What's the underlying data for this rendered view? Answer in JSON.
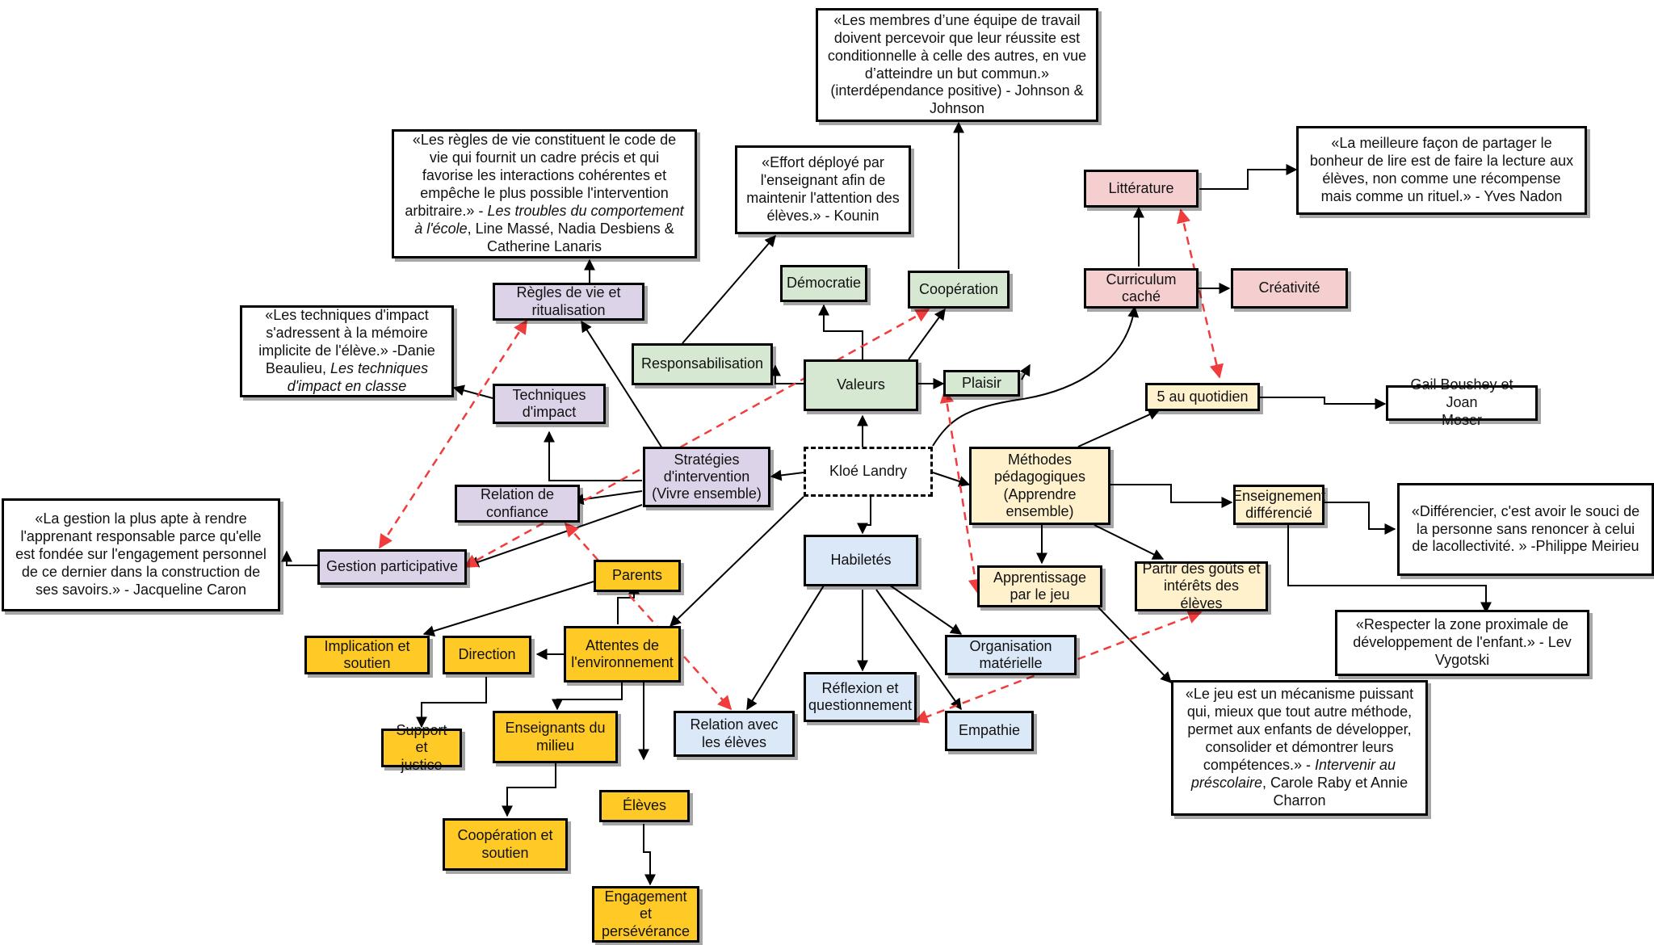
{
  "colors": {
    "purple": "#dcd3e8",
    "green": "#d6e8d2",
    "red": "#f5cfcf",
    "cream": "#fff1cc",
    "blue": "#dbe8f7",
    "gold": "#ffc926",
    "dashed_link": "#f03c3c"
  },
  "nodes": {
    "center": "Kloé Landry",
    "valeurs": "Valeurs",
    "democratie": "Démocratie",
    "cooperation": "Coopération",
    "responsabilisation": "Responsabilisation",
    "plaisir": "Plaisir",
    "litterature": "Littérature",
    "curriculum_cache": "Curriculum\ncaché",
    "creativite": "Créativité",
    "cinq_au_quotidien": "5 au quotidien",
    "gail_boushey": "Gail Boushey et Joan\nMoser",
    "methodes": "Méthodes\npédagogiques\n(Apprendre\nensemble)",
    "enseignement_differencie": "Enseignement\ndifférencié",
    "apprentissage_jeu": "Apprentissage\npar le jeu",
    "gouts_interets": "Partir des goûts et\nintérêts des élèves",
    "habiletes": "Habiletés",
    "organisation_materielle": "Organisation\nmatérielle",
    "reflexion": "Réflexion et\nquestionnement",
    "empathie": "Empathie",
    "relation_eleves": "Relation avec\nles élèves",
    "strategies": "Stratégies\nd'intervention\n(Vivre ensemble)",
    "regles_vie": "Règles de vie et\nritualisation",
    "techniques_impact": "Techniques\nd'impact",
    "relation_confiance": "Relation de\nconfiance",
    "gestion_participative": "Gestion participative",
    "attentes": "Attentes de\nl'environnement",
    "parents": "Parents",
    "implication": "Implication et\nsoutien",
    "direction": "Direction",
    "support_justice": "Support et\njustice",
    "enseignants_milieu": "Enseignants du\nmilieu",
    "cooperation_soutien": "Coopération et\nsoutien",
    "eleves": "Élèves",
    "engagement": "Engagement\net\npersévérance"
  },
  "quotes": {
    "johnson": "«Les membres d’une équipe de travail doivent percevoir que leur réussite est conditionnelle à celle des autres, en vue d’atteindre un but commun.» (interdépendance positive) - Johnson & Johnson",
    "nadon": "«La meilleure façon de partager le bonheur de lire est de faire la lecture aux élèves, non comme une récompense mais comme un rituel.» - Yves Nadon",
    "kounin": "«Effort déployé par l'enseignant afin de maintenir l'attention des élèves.» - Kounin",
    "regles_a": "«Les règles de vie constituent le code de vie qui fournit un cadre précis et qui favorise les interactions cohérentes et empêche le plus possible l'intervention arbitraire.» - ",
    "regles_title": "Les troubles du comportement à l'école",
    "regles_b": ", Line Massé, Nadia Desbiens & Catherine Lanaris",
    "beaulieu_a": "«Les techniques d'impact s'adressent à la mémoire implicite de l'élève.» -Danie Beaulieu, ",
    "beaulieu_title": "Les techniques d'impact en classe",
    "caron": "«La gestion la plus apte à rendre l'apprenant responsable parce qu'elle est fondée sur l'engagement personnel de ce dernier dans la construction de ses savoirs.» - Jacqueline Caron",
    "meirieu": "«Différencier, c'est avoir le souci de la personne sans renoncer à celui de lacollectivité. » -Philippe Meirieu",
    "vygotski": "«Respecter la zone proximale de développement de l'enfant.» - Lev Vygotski",
    "raby_a": "«Le jeu est un mécanisme puissant qui, mieux que tout autre méthode, permet aux enfants de développer, consolider et démontrer  leurs compétences.» - ",
    "raby_title": "Intervenir au préscolaire",
    "raby_b": ", Carole Raby et Annie Charron"
  }
}
